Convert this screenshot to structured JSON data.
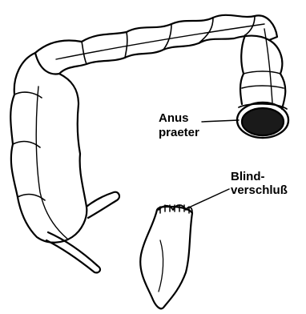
{
  "labels": {
    "anus_line1": "Anus",
    "anus_line2": "praeter",
    "blind_line1": "Blind-",
    "blind_line2": "verschluß"
  },
  "colors": {
    "ink": "#000000",
    "paper": "#ffffff",
    "stoma_fill": "#1a1a1a"
  }
}
